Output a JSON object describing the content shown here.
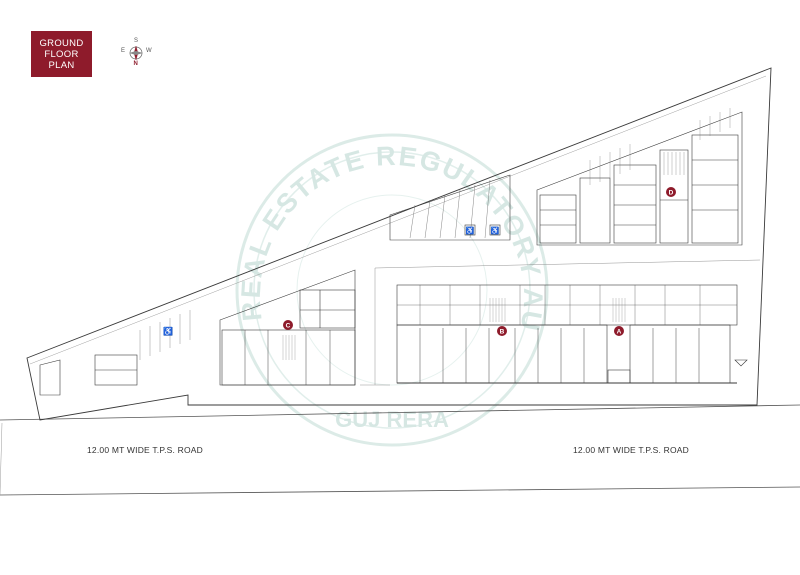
{
  "title": {
    "line1": "GROUND",
    "line2": "FLOOR",
    "line3": "PLAN",
    "background_color": "#8e1b2b"
  },
  "compass": {
    "north": "N",
    "south": "S",
    "east": "E",
    "west": "W",
    "icon": "compass-rose-icon"
  },
  "roads": {
    "left_label": "12.00 MT WIDE T.P.S. ROAD",
    "right_label": "12.00 MT WIDE T.P.S. ROAD"
  },
  "wings": [
    {
      "marker": "A",
      "color": "#8e1b2b"
    },
    {
      "marker": "B",
      "color": "#8e1b2b"
    },
    {
      "marker": "C",
      "color": "#8e1b2b"
    },
    {
      "marker": "D",
      "color": "#8e1b2b"
    }
  ],
  "watermark": {
    "arc_text": "REAL ESTATE REGULATORY AUTHORITY",
    "bottom_text": "GUJ RERA",
    "color": "#cfe3df"
  },
  "colors": {
    "line": "#3a3a3a",
    "accent": "#8e1b2b"
  }
}
